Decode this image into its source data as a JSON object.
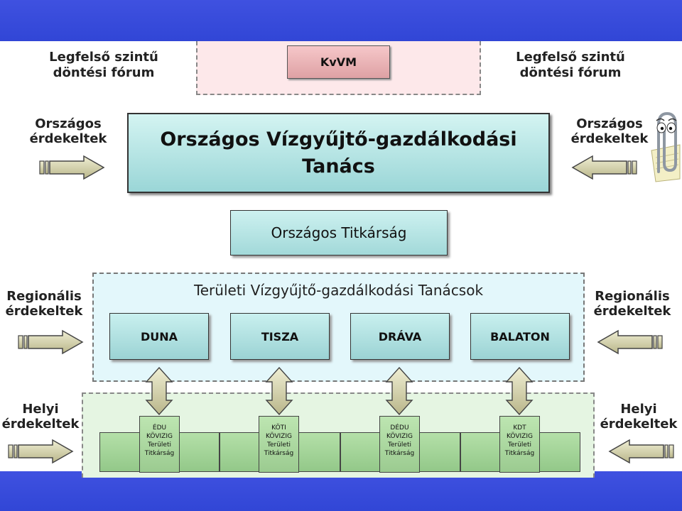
{
  "top_forum": {
    "left_label": [
      "Legfelső szintű",
      "döntési fórum"
    ],
    "right_label": [
      "Legfelső szintű",
      "döntési fórum"
    ],
    "box": "KvVM"
  },
  "national": {
    "left_label": [
      "Országos",
      "érdekeltek"
    ],
    "right_label": [
      "Országos",
      "érdekeltek"
    ],
    "council": [
      "Országos Vízgyűjtő-gazdálkodási",
      "Tanács"
    ],
    "secretariat": "Országos Titkárság"
  },
  "regional": {
    "left_label": [
      "Regionális",
      "érdekeltek"
    ],
    "right_label": [
      "Regionális",
      "érdekeltek"
    ],
    "title": "Területi Vízgyűjtő-gazdálkodási Tanácsok",
    "basins": [
      "DUNA",
      "TISZA",
      "DRÁVA",
      "BALATON"
    ]
  },
  "local": {
    "left_label": [
      "Helyi",
      "érdekeltek"
    ],
    "right_label": [
      "Helyi",
      "érdekeltek"
    ],
    "offices": [
      [
        "ÉDU",
        "KÖVIZIG",
        "Területi",
        "Titkárság"
      ],
      [
        "KÖTI",
        "KÖVIZIG",
        "Területi",
        "Titkárság"
      ],
      [
        "DÉDU",
        "KÖVIZIG",
        "Területi",
        "Titkárság"
      ],
      [
        "KDT",
        "KÖVIZIG",
        "Területi",
        "Titkárság"
      ]
    ]
  },
  "colors": {
    "band": "#3146d6",
    "council_fill": "#9ad6d7",
    "kvvm_fill": "#dea1a4",
    "local_fill": "#93c889",
    "arrow_fill": "#c9c79a"
  },
  "icons": [
    "arrow-right-icon",
    "arrow-left-icon",
    "double-arrow-icon",
    "paperclip-assistant-icon"
  ]
}
